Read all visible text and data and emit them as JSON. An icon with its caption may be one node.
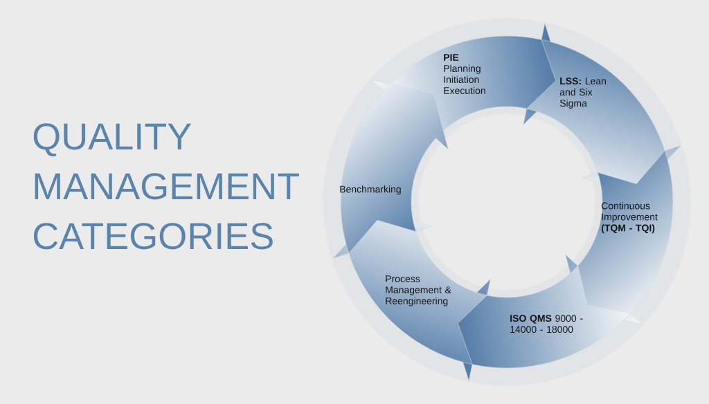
{
  "diagram": {
    "title": "QUALITY MANAGEMENT CATEGORIES",
    "nodes": [
      {
        "text": [
          "PIE",
          "Planning Initiation Execution"
        ]
      },
      {
        "text": [
          "**LSS:** Lean and Six Sigma"
        ]
      },
      {
        "text": [
          "Continuous Improvement **(TQM - TQI)**"
        ]
      },
      {
        "text": [
          "**ISO QMS** 9000 - 14000 - 18000"
        ]
      },
      {
        "text": [
          "Process Management & Reengineering"
        ]
      },
      {
        "text": [
          "Benchmarking"
        ]
      }
    ]
  }
}
